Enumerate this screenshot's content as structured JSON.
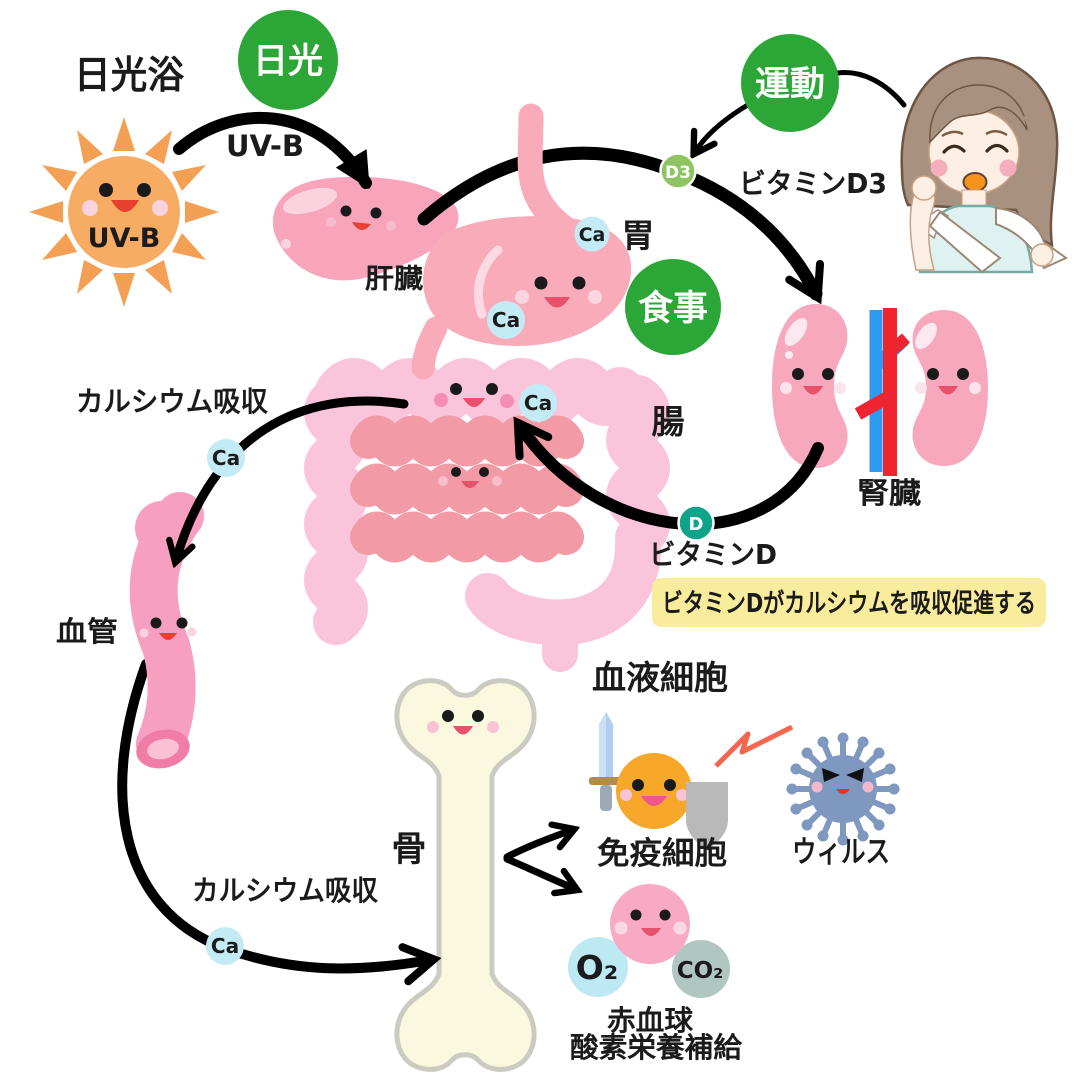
{
  "colors": {
    "accent_green": "#2CA637",
    "d3_badge_green": "#8CC561",
    "d_badge_teal": "#0FA38A",
    "ca_badge_blue": "#C3EBF5",
    "note_yellow": "#FAEC9D",
    "arrow_black": "#000000",
    "organ_pink": "#F8A9BC",
    "bone_cream": "#FBF8E0"
  },
  "labels": {
    "title": "日光浴",
    "sun_uvb": "UV-B",
    "uvb_arrow": "UV-B",
    "sunlight": "日光",
    "exercise": "運動",
    "meal": "食事",
    "liver": "肝臓",
    "stomach": "胃",
    "intestine": "腸",
    "kidney": "腎臓",
    "vitamin_d3": "ビタミンD3",
    "vitamin_d": "ビタミンD",
    "calcium_absorption_upper": "カルシウム吸収",
    "calcium_absorption_lower": "カルシウム吸収",
    "blood_vessel": "血管",
    "bone": "骨",
    "blood_cells": "血液細胞",
    "immune_cell": "免疫細胞",
    "virus": "ウィルス",
    "red_blood_cell": "赤血球",
    "oxygen_supply": "酸素栄養補給",
    "note": "ビタミンDがカルシウムを吸収促進する"
  },
  "badges": {
    "d3": "D3",
    "d": "D",
    "ca": "Ca",
    "o2": "O₂",
    "co2": "CO₂"
  }
}
